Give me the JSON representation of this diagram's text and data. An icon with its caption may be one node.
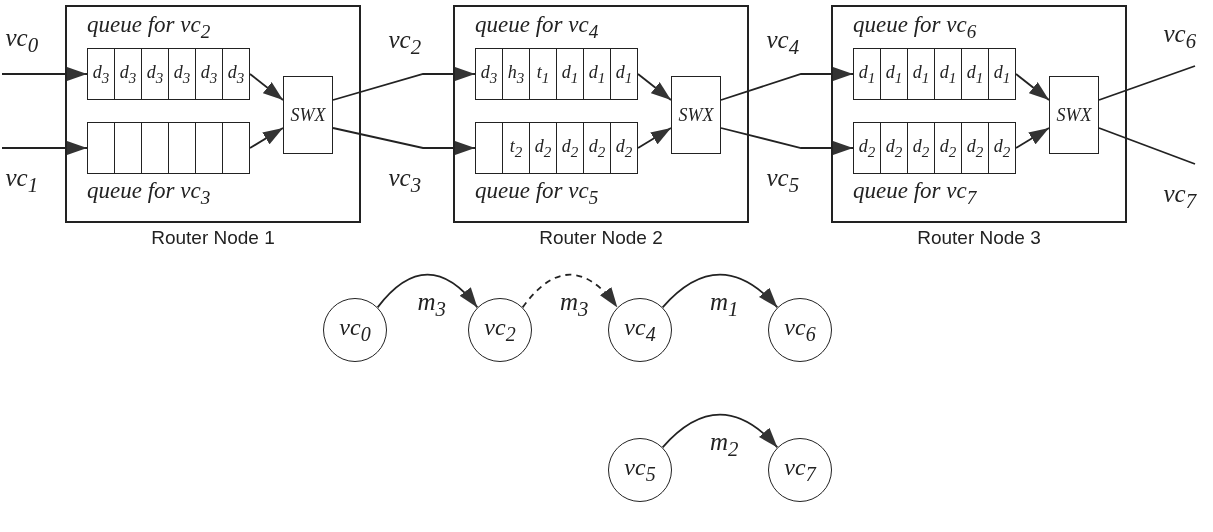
{
  "diagram": {
    "nodes": [
      {
        "text": [
          "Router Node 1"
        ]
      },
      {
        "text": [
          "queue for vc$_{2}$"
        ],
        "in": 0
      },
      {
        "text": [
          "d$_{3}$"
        ],
        "in": 1
      },
      {
        "text": [
          "d$_{3}$"
        ],
        "in": 1
      },
      {
        "text": [
          "d$_{3}$"
        ],
        "in": 1
      },
      {
        "text": [
          "d$_{3}$"
        ],
        "in": 1
      },
      {
        "text": [
          "d$_{3}$"
        ],
        "in": 1
      },
      {
        "text": [
          "d$_{3}$"
        ],
        "in": 1
      },
      {
        "text": [
          "queue for vc$_{3}$"
        ],
        "in": 0
      },
      {
        "text": [],
        "shape": "box",
        "in": 8
      },
      {
        "text": [],
        "shape": "box",
        "in": 8
      },
      {
        "text": [],
        "shape": "box",
        "in": 8
      },
      {
        "text": [],
        "shape": "box",
        "in": 8
      },
      {
        "text": [],
        "shape": "box",
        "in": 8
      },
      {
        "text": [],
        "shape": "box",
        "in": 8
      },
      {
        "text": [
          "SWX"
        ],
        "in": 0
      },
      {
        "text": [
          "Router Node 2"
        ]
      },
      {
        "text": [
          "queue for vc$_{4}$"
        ],
        "in": 16
      },
      {
        "text": [
          "d$_{3}$"
        ],
        "in": 17
      },
      {
        "text": [
          "h$_{3}$"
        ],
        "in": 17
      },
      {
        "text": [
          "t$_{1}$"
        ],
        "in": 17
      },
      {
        "text": [
          "d$_{1}$"
        ],
        "in": 17
      },
      {
        "text": [
          "d$_{1}$"
        ],
        "in": 17
      },
      {
        "text": [
          "d$_{1}$"
        ],
        "in": 17
      },
      {
        "text": [
          "queue for vc$_{5}$"
        ],
        "in": 16
      },
      {
        "text": [],
        "shape": "box",
        "in": 24
      },
      {
        "text": [
          "t$_{2}$"
        ],
        "in": 24
      },
      {
        "text": [
          "d$_{2}$"
        ],
        "in": 24
      },
      {
        "text": [
          "d$_{2}$"
        ],
        "in": 24
      },
      {
        "text": [
          "d$_{2}$"
        ],
        "in": 24
      },
      {
        "text": [
          "d$_{2}$"
        ],
        "in": 24
      },
      {
        "text": [
          "SWX"
        ],
        "in": 16
      },
      {
        "text": [
          "Router Node 3"
        ]
      },
      {
        "text": [
          "queue for vc$_{6}$"
        ],
        "in": 32
      },
      {
        "text": [
          "d$_{1}$"
        ],
        "in": 33
      },
      {
        "text": [
          "d$_{1}$"
        ],
        "in": 33
      },
      {
        "text": [
          "d$_{1}$"
        ],
        "in": 33
      },
      {
        "text": [
          "d$_{1}$"
        ],
        "in": 33
      },
      {
        "text": [
          "d$_{1}$"
        ],
        "in": 33
      },
      {
        "text": [
          "d$_{1}$"
        ],
        "in": 33
      },
      {
        "text": [
          "queue for vc$_{7}$"
        ],
        "in": 32
      },
      {
        "text": [
          "d$_{2}$"
        ],
        "in": 40
      },
      {
        "text": [
          "d$_{2}$"
        ],
        "in": 40
      },
      {
        "text": [
          "d$_{2}$"
        ],
        "in": 40
      },
      {
        "text": [
          "d$_{2}$"
        ],
        "in": 40
      },
      {
        "text": [
          "d$_{2}$"
        ],
        "in": 40
      },
      {
        "text": [
          "d$_{2}$"
        ],
        "in": 40
      },
      {
        "text": [
          "SWX"
        ],
        "in": 32
      },
      {
        "text": [
          "vc$_{0}$"
        ]
      },
      {
        "text": [
          "vc$_{2}$"
        ]
      },
      {
        "text": [
          "vc$_{4}$"
        ]
      },
      {
        "text": [
          "vc$_{6}$"
        ]
      },
      {
        "text": [
          "vc$_{5}$"
        ]
      },
      {
        "text": [
          "vc$_{7}$"
        ]
      }
    ],
    "edges": [
      {
        "from": null,
        "to": 1,
        "arrow": "to",
        "label": "vc$_{0}$"
      },
      {
        "from": null,
        "to": 8,
        "arrow": "to",
        "label": "vc$_{1}$"
      },
      {
        "from": 1,
        "to": 15,
        "arrow": "to"
      },
      {
        "from": 8,
        "to": 15,
        "arrow": "to"
      },
      {
        "from": 15,
        "to": 17,
        "arrow": "to",
        "label": "vc$_{2}$"
      },
      {
        "from": 15,
        "to": 24,
        "arrow": "to",
        "label": "vc$_{3}$"
      },
      {
        "from": 17,
        "to": 31,
        "arrow": "to"
      },
      {
        "from": 24,
        "to": 31,
        "arrow": "to"
      },
      {
        "from": 31,
        "to": 33,
        "arrow": "to",
        "label": "vc$_{4}$"
      },
      {
        "from": 31,
        "to": 40,
        "arrow": "to",
        "label": "vc$_{5}$"
      },
      {
        "from": 33,
        "to": 47,
        "arrow": "to"
      },
      {
        "from": 40,
        "to": 47,
        "arrow": "to"
      },
      {
        "from": 47,
        "to": null,
        "arrow": "none",
        "label": "vc$_{6}$"
      },
      {
        "from": 47,
        "to": null,
        "arrow": "none",
        "label": "vc$_{7}$"
      },
      {
        "from": 48,
        "to": 49,
        "arrow": "to",
        "label": "m$_{3}$"
      },
      {
        "from": 49,
        "to": 50,
        "arrow": "to",
        "label": "m$_{3}$",
        "style": "dashed"
      },
      {
        "from": 50,
        "to": 51,
        "arrow": "to",
        "label": "m$_{1}$"
      },
      {
        "from": 52,
        "to": 53,
        "arrow": "to",
        "label": "m$_{2}$"
      }
    ]
  }
}
